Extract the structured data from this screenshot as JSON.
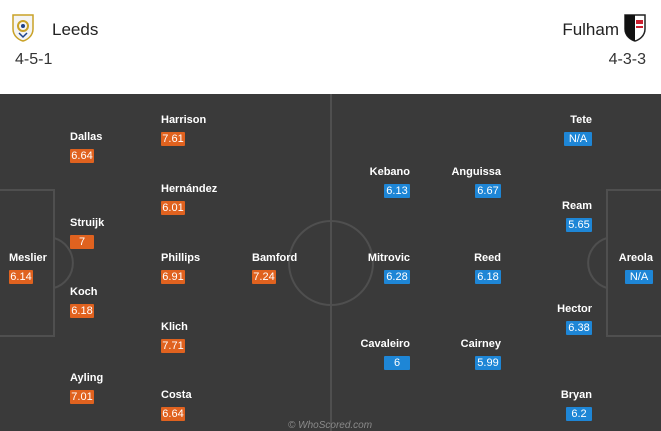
{
  "home": {
    "name": "Leeds",
    "formation": "4-5-1",
    "crest_icon": "leeds-crest-icon",
    "rating_color": "#e0621f",
    "players": [
      {
        "name": "Dallas",
        "rating": "6.64"
      },
      {
        "name": "Harrison",
        "rating": "7.61"
      },
      {
        "name": "Hernández",
        "rating": "6.01"
      },
      {
        "name": "Struijk",
        "rating": "7"
      },
      {
        "name": "Meslier",
        "rating": "6.14"
      },
      {
        "name": "Phillips",
        "rating": "6.91"
      },
      {
        "name": "Bamford",
        "rating": "7.24"
      },
      {
        "name": "Koch",
        "rating": "6.18"
      },
      {
        "name": "Klich",
        "rating": "7.71"
      },
      {
        "name": "Ayling",
        "rating": "7.01"
      },
      {
        "name": "Costa",
        "rating": "6.64"
      }
    ]
  },
  "away": {
    "name": "Fulham",
    "formation": "4-3-3",
    "crest_icon": "fulham-crest-icon",
    "rating_color": "#1e86d6",
    "players": [
      {
        "name": "Tete",
        "rating": "N/A"
      },
      {
        "name": "Kebano",
        "rating": "6.13"
      },
      {
        "name": "Anguissa",
        "rating": "6.67"
      },
      {
        "name": "Ream",
        "rating": "5.65"
      },
      {
        "name": "Mitrovic",
        "rating": "6.28"
      },
      {
        "name": "Reed",
        "rating": "6.18"
      },
      {
        "name": "Areola",
        "rating": "N/A"
      },
      {
        "name": "Hector",
        "rating": "6.38"
      },
      {
        "name": "Cavaleiro",
        "rating": "6"
      },
      {
        "name": "Cairney",
        "rating": "5.99"
      },
      {
        "name": "Bryan",
        "rating": "6.2"
      }
    ]
  },
  "pitch": {
    "color": "#3a3a3a",
    "line_color": "#4f4f4f"
  },
  "watermark": "© WhoScored.com"
}
